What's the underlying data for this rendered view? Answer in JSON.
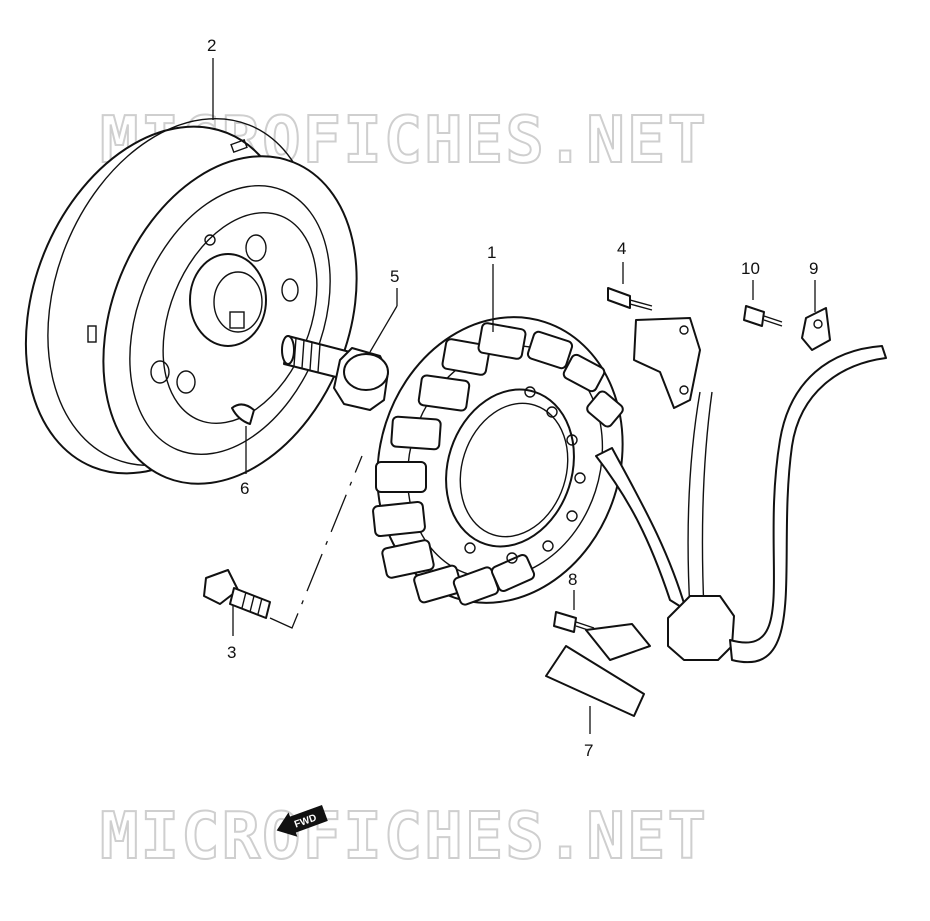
{
  "watermark": {
    "top": "MICROFICHES.NET",
    "bottom": "MICROFICHES.NET"
  },
  "fwd_label": "FWD",
  "callouts": {
    "c1": "1",
    "c2": "2",
    "c3": "3",
    "c4": "4",
    "c5": "5",
    "c6": "6",
    "c7": "7",
    "c8": "8",
    "c9": "9",
    "c10": "10"
  }
}
